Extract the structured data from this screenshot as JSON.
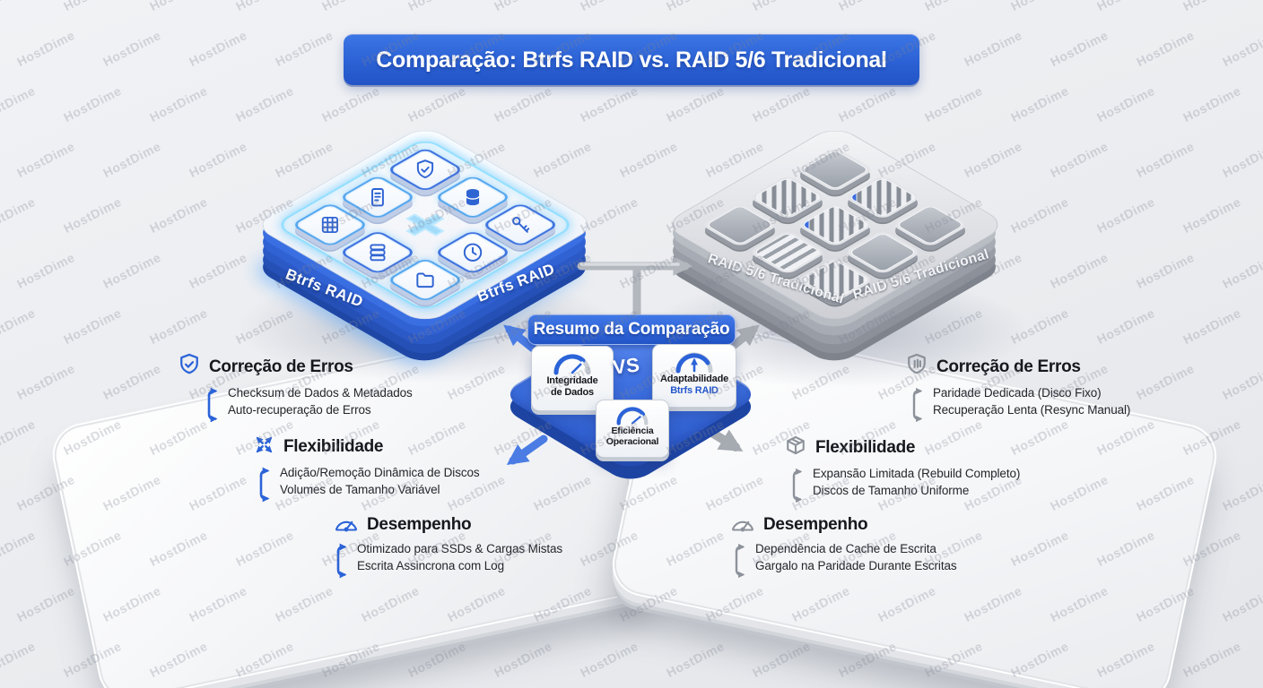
{
  "watermark": {
    "text": "HostDime"
  },
  "title": {
    "text": "Comparação: Btrfs RAID vs. RAID 5/6 Tradicional"
  },
  "platforms": {
    "btrfs": {
      "label": "Btrfs RAID"
    },
    "raid56": {
      "label": "RAID 5/6 Tradicional"
    }
  },
  "summary": {
    "header": "Resumo da Comparação",
    "vs": "VS",
    "card_integrity": {
      "line1": "Integridade",
      "line2": "de Dados"
    },
    "card_adaptability": {
      "line1": "Adaptabilidade",
      "line2": "Btrfs RAID"
    },
    "card_efficiency": {
      "line1": "Eficiência",
      "line2": "Operacional"
    }
  },
  "left_sections": [
    {
      "title": "Correção de Erros",
      "items": [
        "Checksum de Dados & Metadados",
        "Auto-recuperação de Erros"
      ]
    },
    {
      "title": "Flexibilidade",
      "items": [
        "Adição/Remoção Dinâmica de Discos",
        "Volumes de Tamanho Variável"
      ]
    },
    {
      "title": "Desempenho",
      "items": [
        "Otimizado para SSDs & Cargas Mistas",
        "Escrita Assincrona com Log"
      ]
    }
  ],
  "right_sections": [
    {
      "title": "Correção de Erros",
      "items": [
        "Paridade Dedicada (Disco Fixo)",
        "Recuperação Lenta (Resync Manual)"
      ]
    },
    {
      "title": "Flexibilidade",
      "items": [
        "Expansão Limitada (Rebuild Completo)",
        "Discos de Tamanho Uniforme"
      ]
    },
    {
      "title": "Desempenho",
      "items": [
        "Dependência de Cache de Escrita",
        "Gargalo na Paridade Durante Escritas"
      ]
    }
  ],
  "colors": {
    "accent_blue": "#2b63d8",
    "platform_blue": "#2f62d2",
    "silver": "#a8adb5"
  }
}
